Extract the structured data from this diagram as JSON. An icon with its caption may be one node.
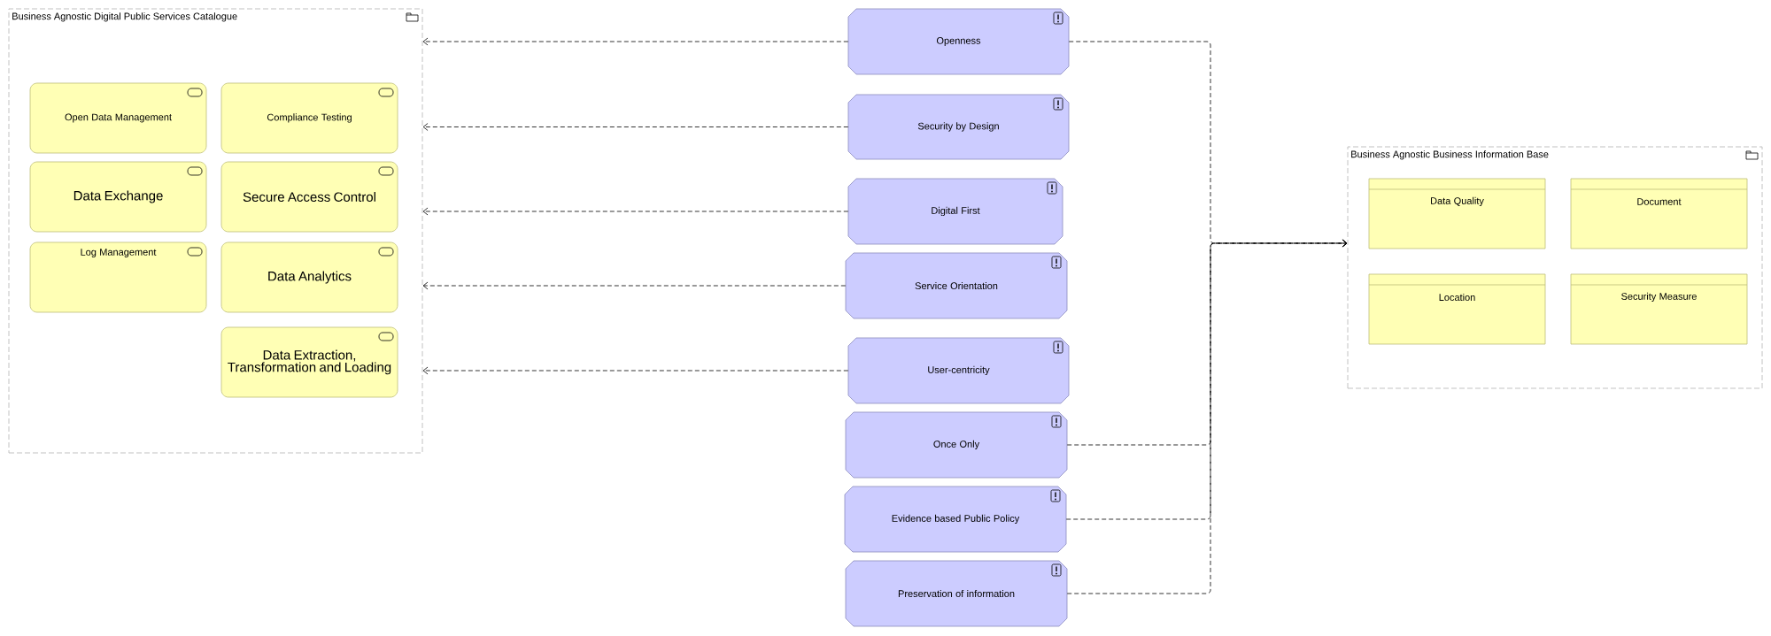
{
  "diagram": {
    "nodes": [
      {
        "text": [
          "Business Agnostic Digital Public Services Catalogue"
        ]
      },
      {
        "text": [
          "Open Data Management"
        ],
        "in": 0
      },
      {
        "text": [
          "Compliance Testing"
        ],
        "in": 0
      },
      {
        "text": [
          "Data Exchange"
        ],
        "in": 0
      },
      {
        "text": [
          "Secure Access Control"
        ],
        "in": 0
      },
      {
        "text": [
          "Log Management"
        ],
        "in": 0
      },
      {
        "text": [
          "Data Analytics"
        ],
        "in": 0
      },
      {
        "text": [
          "Data Extraction, Transformation and Loading"
        ],
        "in": 0
      },
      {
        "text": [
          "Openness"
        ]
      },
      {
        "text": [
          "Security by Design"
        ]
      },
      {
        "text": [
          "Digital First"
        ]
      },
      {
        "text": [
          "Service Orientation"
        ]
      },
      {
        "text": [
          "User-centricity"
        ]
      },
      {
        "text": [
          "Once Only"
        ]
      },
      {
        "text": [
          "Evidence based Public Policy"
        ]
      },
      {
        "text": [
          "Preservation of information"
        ]
      },
      {
        "text": [
          "Business Agnostic Business Information Base"
        ]
      },
      {
        "text": [
          "Data Quality"
        ],
        "in": 16
      },
      {
        "text": [
          "Document"
        ],
        "in": 16
      },
      {
        "text": [
          "Location"
        ],
        "in": 16
      },
      {
        "text": [
          "Security Measure"
        ],
        "in": 16
      }
    ],
    "edges": [
      {
        "from": 8,
        "to": 0,
        "arrow": "to",
        "style": "dashed"
      },
      {
        "from": 9,
        "to": 0,
        "arrow": "to",
        "style": "dashed"
      },
      {
        "from": 10,
        "to": 0,
        "arrow": "to",
        "style": "dashed"
      },
      {
        "from": 11,
        "to": 0,
        "arrow": "to",
        "style": "dashed"
      },
      {
        "from": 12,
        "to": 0,
        "arrow": "to",
        "style": "dashed"
      },
      {
        "from": 8,
        "to": 16,
        "arrow": "to",
        "style": "dashed"
      },
      {
        "from": 13,
        "to": 16,
        "arrow": "to",
        "style": "dashed"
      },
      {
        "from": 14,
        "to": 16,
        "arrow": "to",
        "style": "dashed"
      },
      {
        "from": 15,
        "to": 16,
        "arrow": "to",
        "style": "dashed"
      }
    ]
  }
}
